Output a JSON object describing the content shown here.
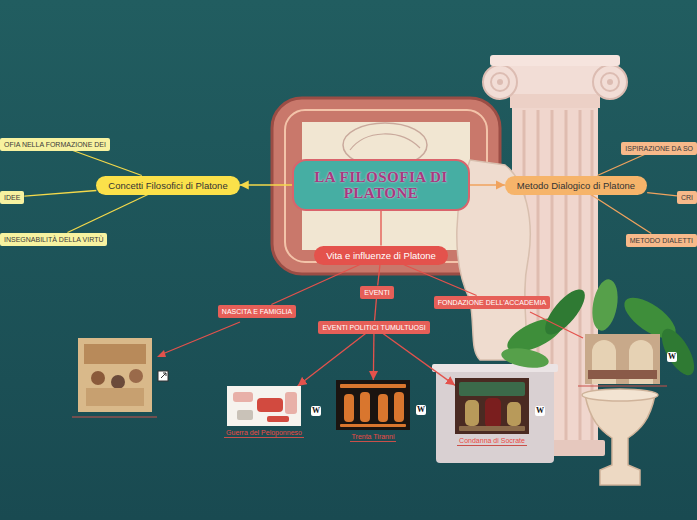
{
  "diagram": {
    "nodes": [
      {
        "text": [
          "LA FILOSOFIA DI PLATONE"
        ]
      },
      {
        "text": [
          "Concetti Filosofici di Platone"
        ]
      },
      {
        "text": [
          "OFIA NELLA FORMAZIONE DEI"
        ]
      },
      {
        "text": [
          "IDEE"
        ]
      },
      {
        "text": [
          "INSEGNABILITÀ DELLA VIRTÙ"
        ]
      },
      {
        "text": [
          "Metodo Dialogico di Platone"
        ]
      },
      {
        "text": [
          "ISPIRAZIONE DA SO"
        ]
      },
      {
        "text": [
          "CRI"
        ]
      },
      {
        "text": [
          "METODO DIALETTI"
        ]
      },
      {
        "text": [
          "Vita e influenze di Platone"
        ]
      },
      {
        "text": [
          "NASCITA E FAMIGLIA"
        ]
      },
      {
        "text": [
          "EVENTI"
        ]
      },
      {
        "text": [
          "FONDAZIONE DELL'ACCADEMIA"
        ]
      },
      {
        "text": [
          "EVENTI POLITICI TUMULTUOSI"
        ]
      },
      {
        "text": [
          "Guerra del Peloponneso"
        ]
      },
      {
        "text": [
          "Trenta Tiranni"
        ]
      },
      {
        "text": [
          "Condanna di Socrate"
        ]
      }
    ],
    "edges": [
      {
        "from": 0,
        "to": 1,
        "arrow": "to"
      },
      {
        "from": 0,
        "to": 5,
        "arrow": "to"
      },
      {
        "from": 0,
        "to": 9,
        "arrow": "none"
      },
      {
        "from": 1,
        "to": 2,
        "arrow": "none"
      },
      {
        "from": 1,
        "to": 3,
        "arrow": "none"
      },
      {
        "from": 1,
        "to": 4,
        "arrow": "none"
      },
      {
        "from": 5,
        "to": 6,
        "arrow": "none"
      },
      {
        "from": 5,
        "to": 7,
        "arrow": "none"
      },
      {
        "from": 5,
        "to": 8,
        "arrow": "none"
      },
      {
        "from": 9,
        "to": 10,
        "arrow": "none"
      },
      {
        "from": 9,
        "to": 11,
        "arrow": "none"
      },
      {
        "from": 9,
        "to": 12,
        "arrow": "none"
      },
      {
        "from": 11,
        "to": 13,
        "arrow": "none"
      },
      {
        "from": 13,
        "to": 14,
        "arrow": "to"
      },
      {
        "from": 13,
        "to": 15,
        "arrow": "to"
      },
      {
        "from": 13,
        "to": 16,
        "arrow": "to"
      }
    ],
    "labels": [
      "W",
      "W",
      "W",
      "W"
    ]
  }
}
